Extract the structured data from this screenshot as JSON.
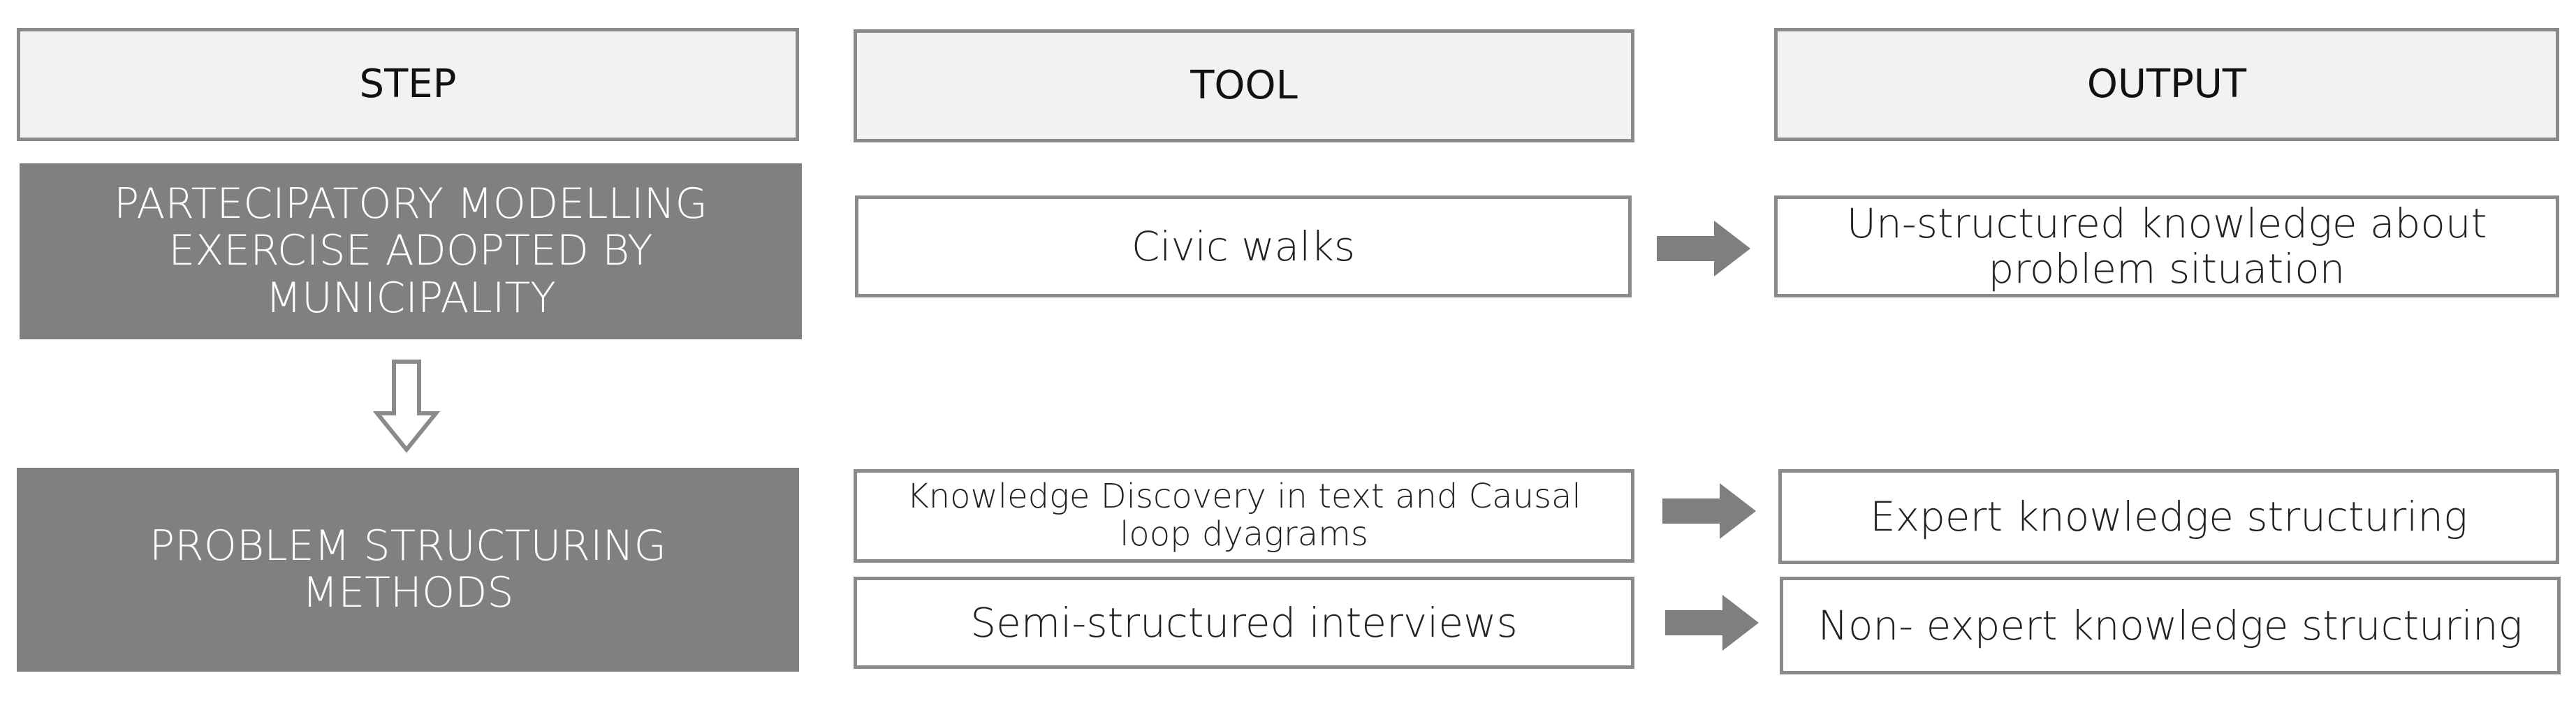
{
  "headers": {
    "step": "STEP",
    "tool": "TOOL",
    "output": "OUTPUT"
  },
  "steps": [
    "PARTECIPATORY MODELLING EXERCISE ADOPTED BY MUNICIPALITY",
    "PROBLEM STRUCTURING METHODS"
  ],
  "tools": [
    "Civic walks",
    "Knowledge Discovery in text and Causal loop dyagrams",
    "Semi-structured interviews"
  ],
  "outputs": [
    "Un-structured knowledge about problem situation",
    "Expert knowledge structuring",
    "Non- expert knowledge structuring"
  ],
  "colors": {
    "step_fill": "#808080",
    "header_fill": "#f2f2f2",
    "border": "#8a8a8a",
    "arrow": "#7f7f7f"
  }
}
